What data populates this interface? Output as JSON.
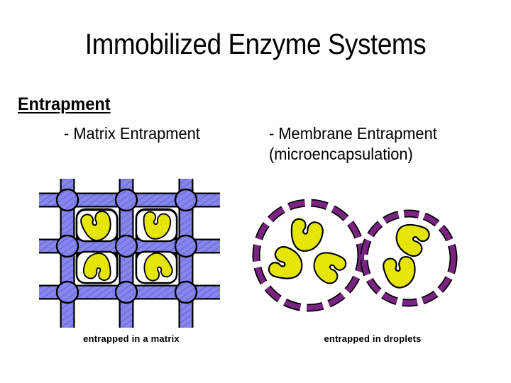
{
  "slide": {
    "title": "Immobilized Enzyme Systems",
    "section_heading": "Entrapment",
    "labels": {
      "matrix": "- Matrix Entrapment",
      "membrane": "- Membrane Entrapment",
      "microencapsulation": "(microencapsulation)"
    },
    "captions": {
      "matrix": "entrapped in a matrix",
      "droplets": "entrapped in droplets"
    },
    "figures": {
      "matrix": {
        "name": "matrix-entrapment-diagram",
        "lattice_color": "#8585ED",
        "lattice_outline": "#000000",
        "cell_fill": "#FFFFFF",
        "enzyme_color": "#E8E800",
        "enzyme_outline": "#000000",
        "enzyme_count": 4,
        "grid_rows": 3,
        "grid_cols": 3
      },
      "droplets": {
        "name": "membrane-entrapment-diagram",
        "membrane_color": "#7B2382",
        "membrane_outline": "#000000",
        "droplet_fill": "#FFFFFF",
        "enzyme_color": "#E8E800",
        "enzyme_outline": "#000000",
        "droplet_count": 2,
        "enzymes_left_droplet": 3,
        "enzymes_right_droplet": 2
      }
    },
    "colors": {
      "background": "#FFFFFF",
      "text": "#000000",
      "lattice_purple": "#8585ED",
      "membrane_purple": "#7B2382",
      "enzyme_yellow": "#E8E800"
    }
  }
}
